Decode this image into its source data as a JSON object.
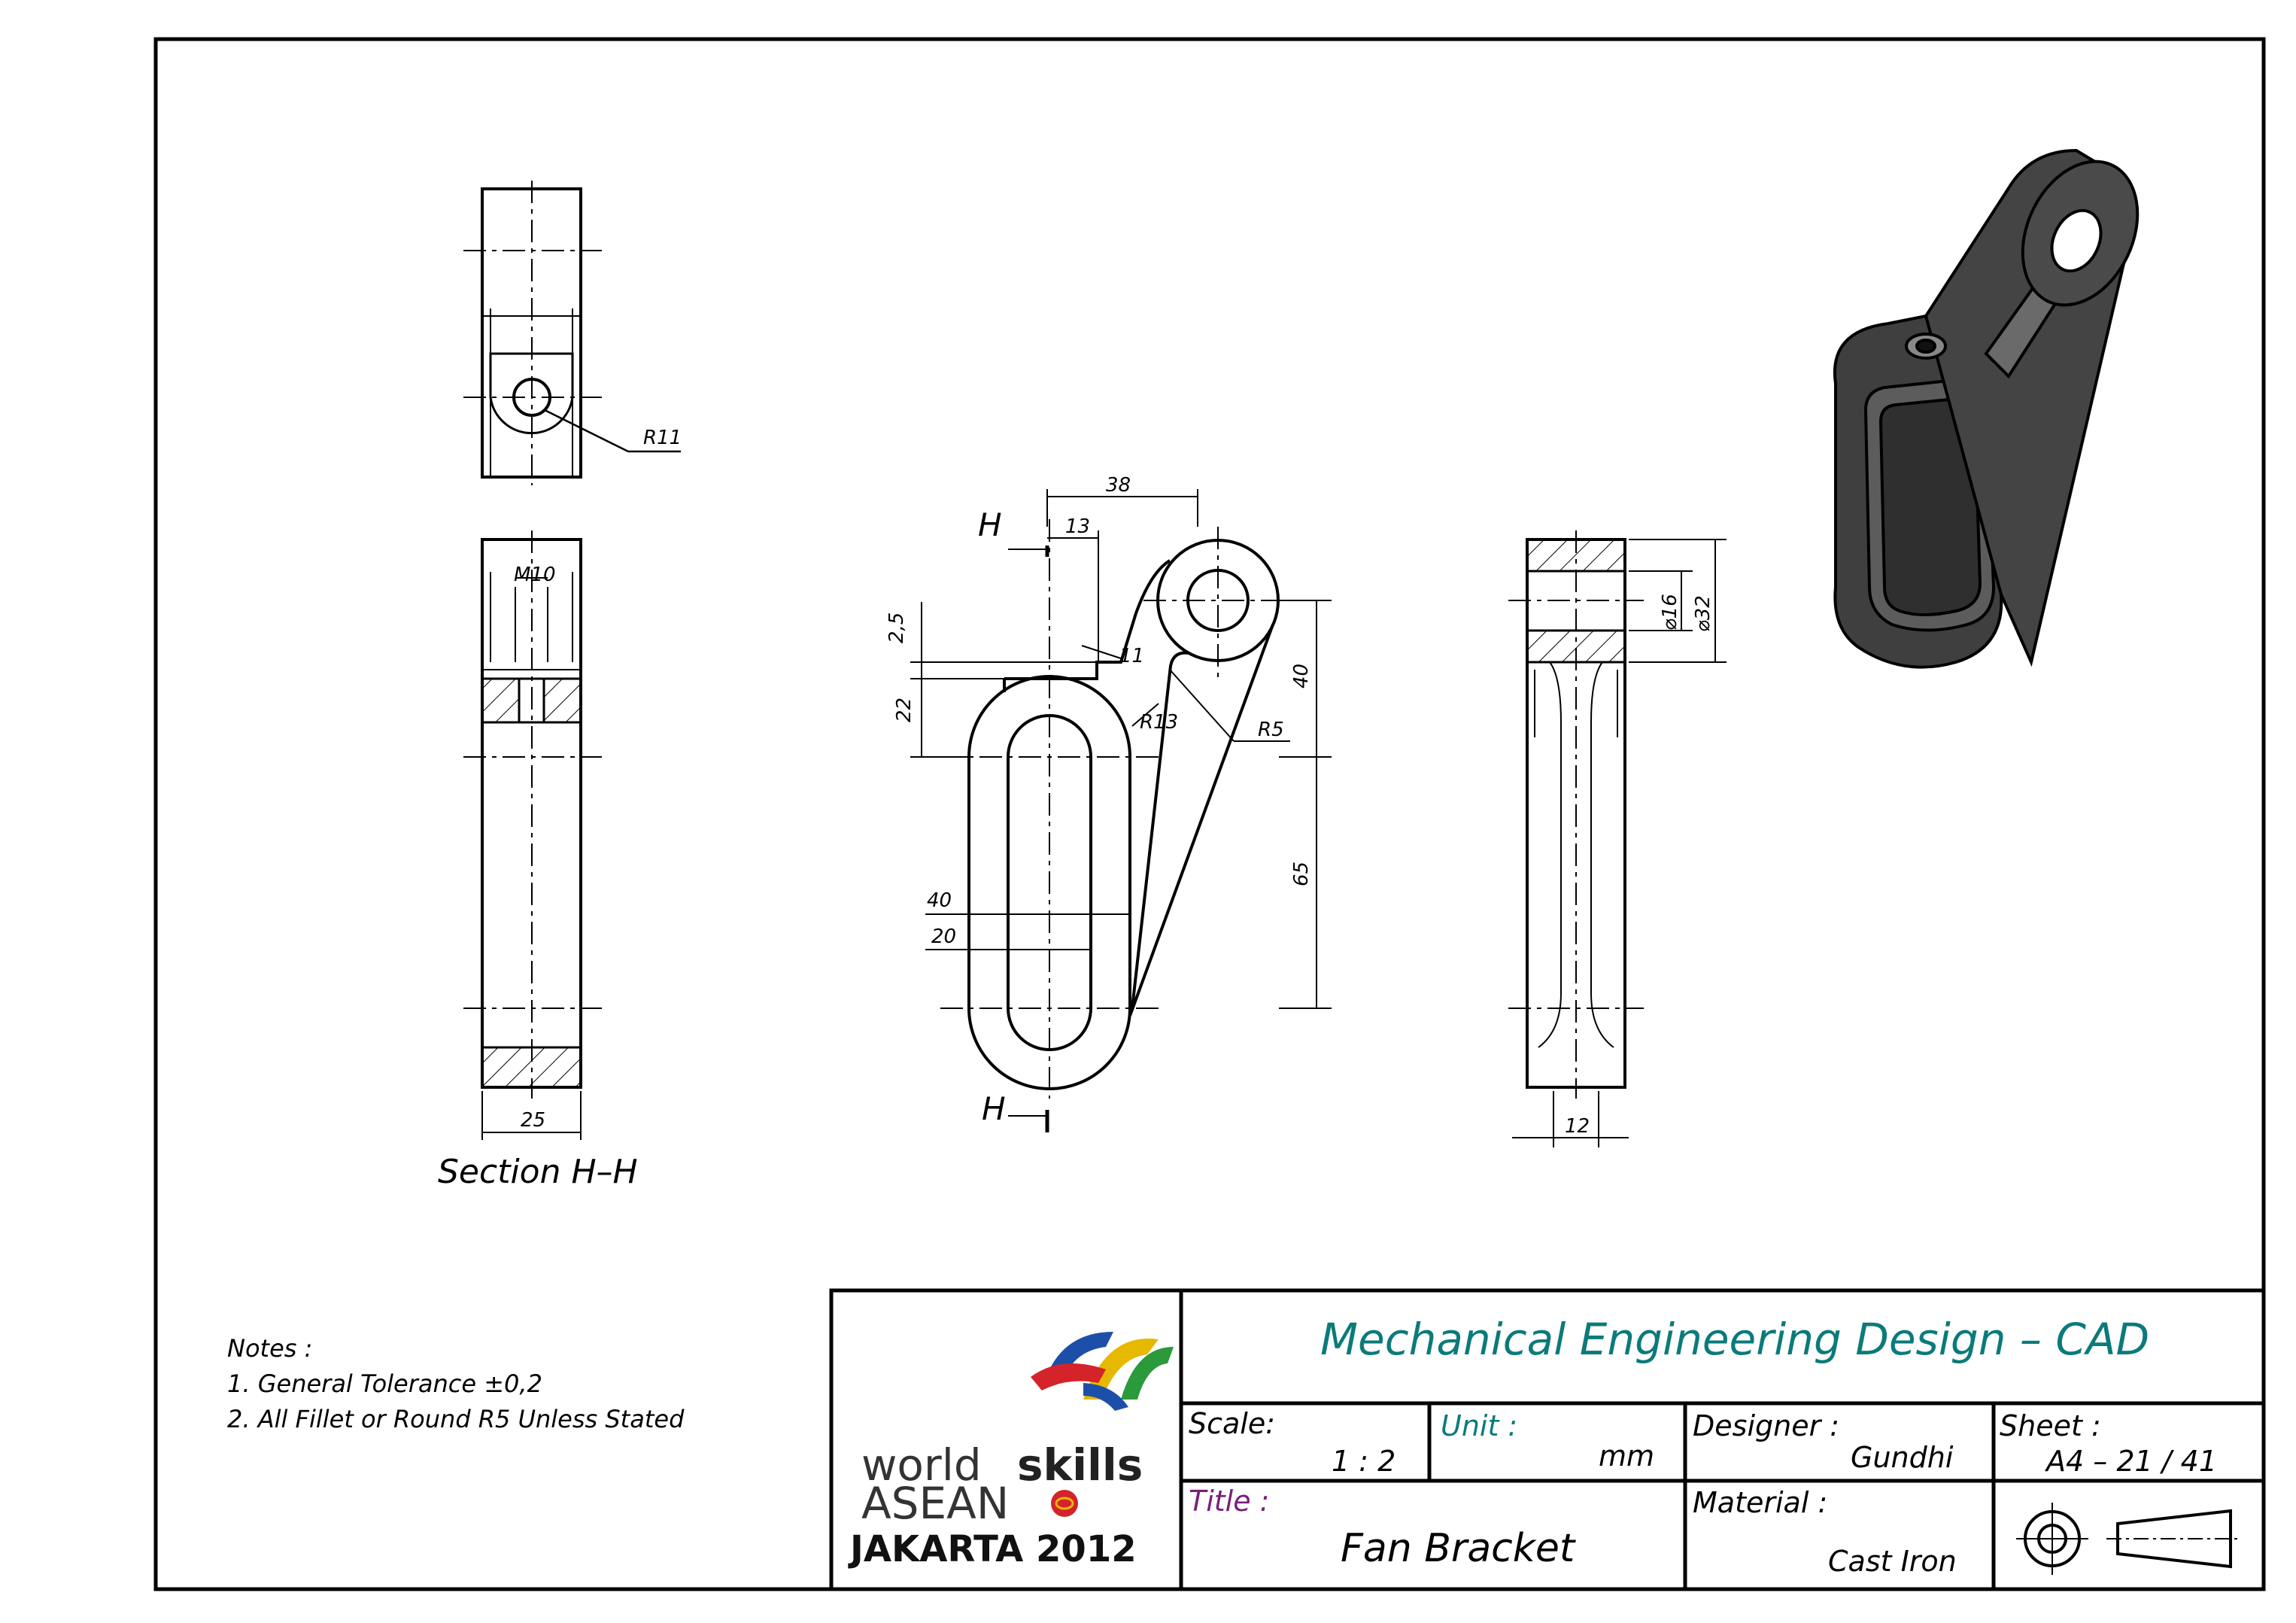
{
  "views": {
    "top_dims": {
      "r11": "R11"
    },
    "section": {
      "m10": "M10",
      "width": "25",
      "caption": "Section H–H"
    },
    "front": {
      "d38": "38",
      "d13": "13",
      "d2_5": "2,5",
      "d11": "11",
      "d22": "22",
      "r13": "R13",
      "r5": "R5",
      "d40v": "40",
      "d65": "65",
      "d40h": "40",
      "d20": "20",
      "cut_label_top": "H",
      "cut_label_bottom": "H"
    },
    "side": {
      "d16": "⌀16",
      "d32": "⌀32",
      "width": "12"
    }
  },
  "notes": {
    "heading": "Notes :",
    "items": [
      "1. General Tolerance ±0,2",
      "2. All Fillet or Round R5 Unless Stated"
    ]
  },
  "logo": {
    "line1a": "world",
    "line1b": "skills",
    "line2": "ASEAN",
    "line3": "JAKARTA 2012"
  },
  "title_block": {
    "header": "Mechanical Engineering Design – CAD",
    "scale_label": "Scale:",
    "scale_value": "1 : 2",
    "unit_label": "Unit :",
    "unit_value": "mm",
    "designer_label": "Designer :",
    "designer_value": "Gundhi",
    "sheet_label": "Sheet :",
    "sheet_value": "A4 – 21 / 41",
    "title_label": "Title :",
    "title_value": "Fan Bracket",
    "material_label": "Material :",
    "material_value": "Cast Iron"
  },
  "colors": {
    "teal": "#0b7a7a",
    "purple": "#7a1f7a",
    "part_dark": "#3a3a3a"
  }
}
